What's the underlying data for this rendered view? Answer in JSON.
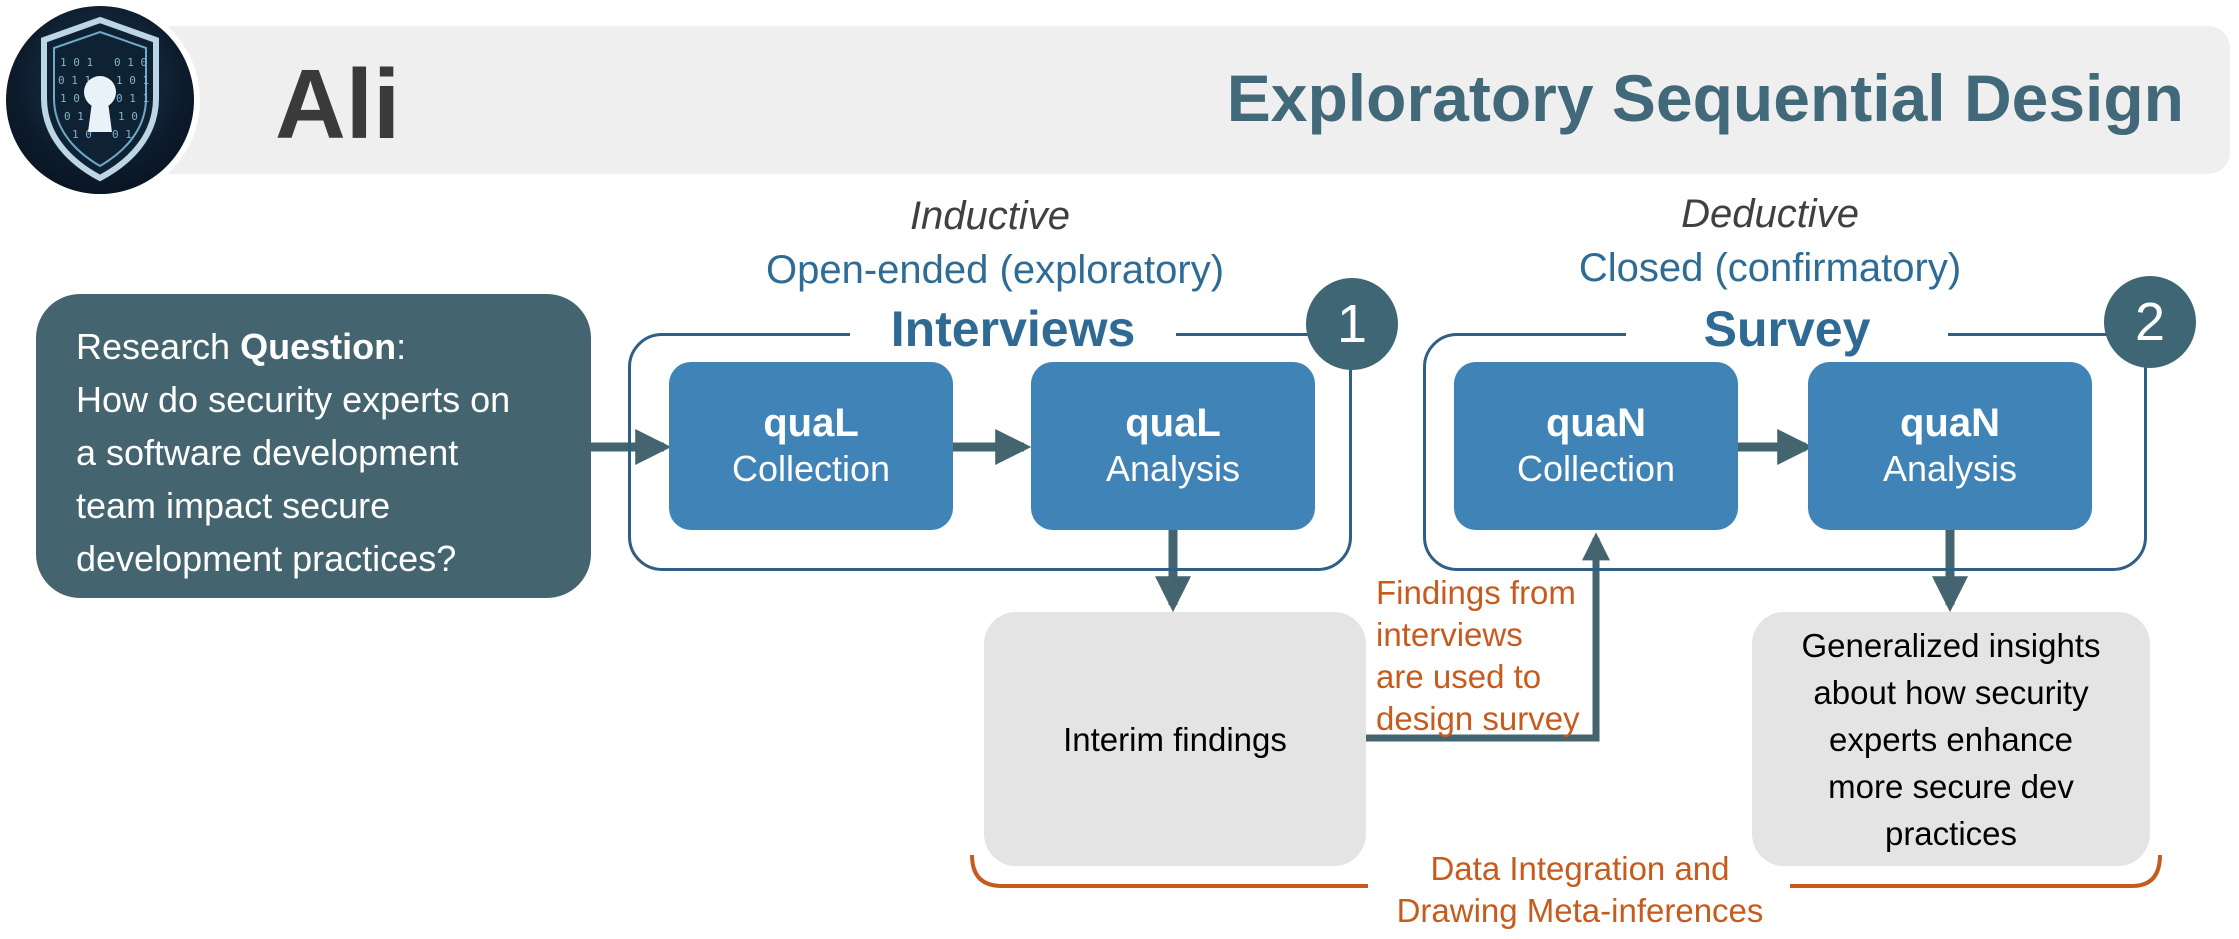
{
  "header": {
    "author": "Ali",
    "title": "Exploratory Sequential Design",
    "logo": "shield-keyhole-binary-logo"
  },
  "research_question": {
    "label_plain": "Research ",
    "label_bold": "Question",
    "label_suffix": ":",
    "lines": [
      "How do security experts on",
      "a software development",
      "team impact secure",
      "development practices?"
    ]
  },
  "phase1": {
    "mode": "Inductive",
    "type": "Open-ended (exploratory)",
    "title": "Interviews",
    "number": "1",
    "collection": {
      "method": "quaL",
      "step": "Collection"
    },
    "analysis": {
      "method": "quaL",
      "step": "Analysis"
    }
  },
  "phase2": {
    "mode": "Deductive",
    "type": "Closed (confirmatory)",
    "title": "Survey",
    "number": "2",
    "collection": {
      "method": "quaN",
      "step": "Collection"
    },
    "analysis": {
      "method": "quaN",
      "step": "Analysis"
    }
  },
  "interim_findings": "Interim findings",
  "connector_note": {
    "lines": [
      "Findings from",
      "interviews",
      "are used to",
      "design survey"
    ]
  },
  "generalized_insights": {
    "lines": [
      "Generalized insights",
      "about how security",
      "experts enhance",
      "more secure dev",
      "practices"
    ]
  },
  "integration": {
    "lines": [
      "Data Integration and",
      "Drawing Meta-inferences"
    ]
  },
  "colors": {
    "header_title": "#41697a",
    "rq_box": "#44656f",
    "step_box": "#3f83b7",
    "group_border": "#2e6087",
    "badge": "#3f6675",
    "arrow": "#44656f",
    "orange": "#c75b1e",
    "grey_box": "#e4e4e4"
  }
}
